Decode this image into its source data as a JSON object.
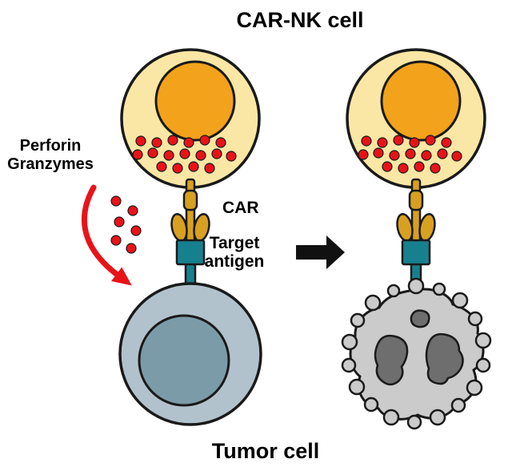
{
  "labels": {
    "title": "CAR-NK cell",
    "perforin": "Perforin",
    "granzymes": "Granzymes",
    "car": "CAR",
    "target_line1": "Target",
    "target_line2": "antigen",
    "tumor": "Tumor cell"
  },
  "colors": {
    "background": "#ffffff",
    "outline": "#1a1a1a",
    "nk_body": "#fae7a5",
    "nk_nucleus": "#f2a31b",
    "granule": "#e81319",
    "receptor_gold": "#d7a021",
    "antigen_teal": "#17808f",
    "tumor_body": "#b2c2cd",
    "tumor_nucleus": "#7c9ba8",
    "dying_body": "#cbcbcb",
    "dying_nucleus": "#6e6e6e",
    "arrow_black": "#111111",
    "arrow_red": "#e81319"
  }
}
